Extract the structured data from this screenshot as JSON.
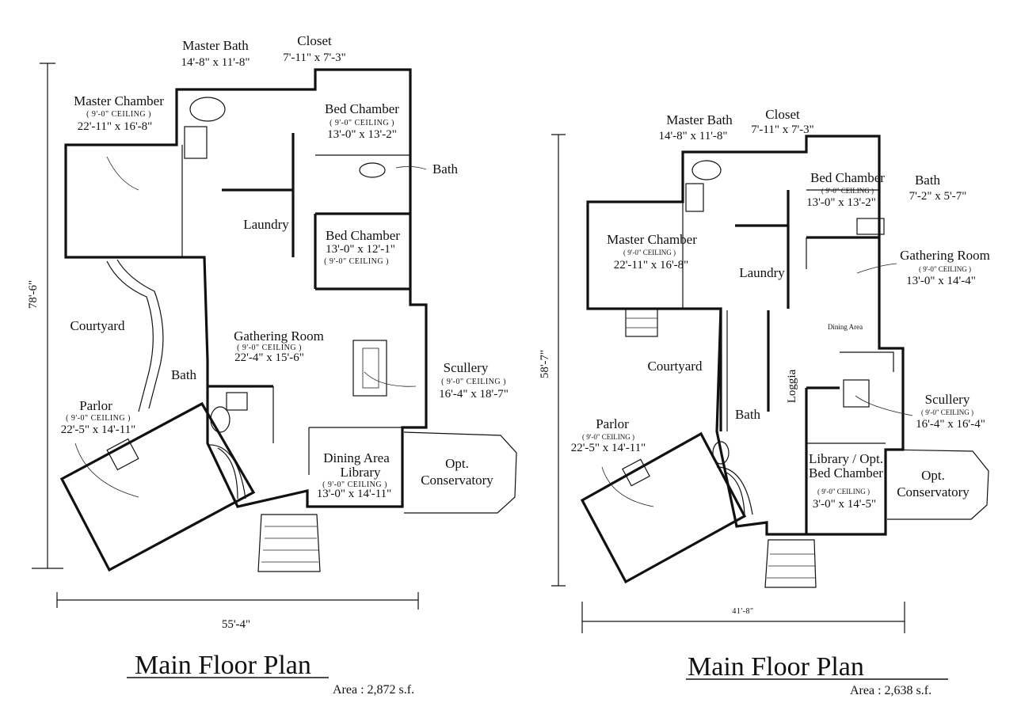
{
  "plans": [
    {
      "title": "Main Floor Plan",
      "area": "Area : 2,872 s.f.",
      "dim_vertical": "78'-6\"",
      "dim_horizontal": "55'-4\"",
      "rooms": {
        "master_bath": {
          "name": "Master Bath",
          "size": "14'-8\" x 11'-8\""
        },
        "closet": {
          "name": "Closet",
          "size": "7'-11\" x 7'-3\""
        },
        "master_chamber": {
          "name": "Master Chamber",
          "ceiling": "( 9'-0\" CEILING )",
          "size": "22'-11\" x 16'-8\""
        },
        "bed_chamber_1": {
          "name": "Bed Chamber",
          "ceiling": "( 9'-0\" CEILING )",
          "size": "13'-0\" x 13'-2\""
        },
        "bath_upper": {
          "name": "Bath"
        },
        "laundry": {
          "name": "Laundry"
        },
        "bed_chamber_2": {
          "name": "Bed Chamber",
          "size": "13'-0\" x 12'-1\"",
          "ceiling": "( 9'-0\" CEILING )"
        },
        "courtyard": {
          "name": "Courtyard"
        },
        "gathering_room": {
          "name": "Gathering Room",
          "ceiling": "( 9'-0\" CEILING )",
          "size": "22'-4\" x 15'-6\""
        },
        "bath_lower": {
          "name": "Bath"
        },
        "scullery": {
          "name": "Scullery",
          "ceiling": "( 9'-0\" CEILING )",
          "size": "16'-4\" x 18'-7\""
        },
        "parlor": {
          "name": "Parlor",
          "ceiling": "( 9'-0\" CEILING )",
          "size": "22'-5\" x 14'-11\""
        },
        "dining_area": {
          "name": "Dining Area"
        },
        "library": {
          "name": "Library",
          "ceiling": "( 9'-0\" CEILING )",
          "size": "13'-0\" x 14'-11\""
        },
        "conservatory_1": {
          "name": "Opt."
        },
        "conservatory_2": {
          "name": "Conservatory"
        }
      }
    },
    {
      "title": "Main Floor Plan",
      "area": "Area : 2,638 s.f.",
      "dim_vertical": "58'-7\"",
      "dim_horizontal": "41'-8\"",
      "rooms": {
        "master_bath": {
          "name": "Master Bath",
          "size": "14'-8\" x 11'-8\""
        },
        "closet": {
          "name": "Closet",
          "size": "7'-11\" x 7'-3\""
        },
        "bed_chamber": {
          "name": "Bed Chamber",
          "ceiling": "( 9'-0\" CEILING )",
          "size": "13'-0\" x 13'-2\""
        },
        "bath_upper": {
          "name": "Bath",
          "size": "7'-2\" x 5'-7\""
        },
        "master_chamber": {
          "name": "Master Chamber",
          "ceiling": "( 9'-0\" CEILING )",
          "size": "22'-11\" x 16'-8\""
        },
        "laundry": {
          "name": "Laundry"
        },
        "gathering_room": {
          "name": "Gathering Room",
          "ceiling": "( 9'-0\" CEILING )",
          "size": "13'-0\" x 14'-4\""
        },
        "dining_area": {
          "name": "Dining Area"
        },
        "courtyard": {
          "name": "Courtyard"
        },
        "loggia": {
          "name": "Loggia"
        },
        "scullery": {
          "name": "Scullery",
          "ceiling": "( 9'-0\" CEILING )",
          "size": "16'-4\" x 16'-4\""
        },
        "bath_lower": {
          "name": "Bath"
        },
        "parlor": {
          "name": "Parlor",
          "ceiling": "( 9'-0\" CEILING )",
          "size": "22'-5\" x 14'-11\""
        },
        "library": {
          "name": "Library / Opt.",
          "name2": "Bed Chamber",
          "ceiling": "( 9'-0\" CEILING )",
          "size": "3'-0\" x 14'-5\""
        },
        "conservatory_1": {
          "name": "Opt."
        },
        "conservatory_2": {
          "name": "Conservatory"
        }
      }
    }
  ]
}
